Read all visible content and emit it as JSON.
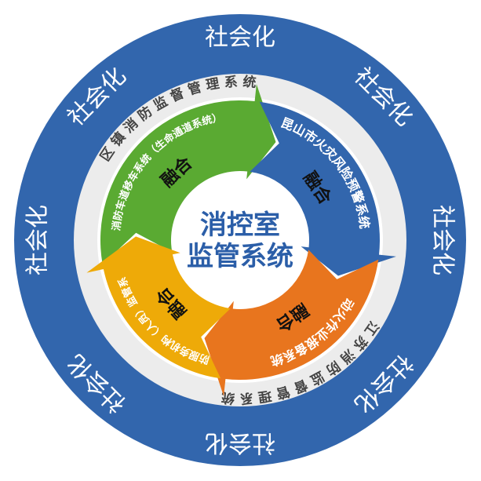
{
  "outer_ring": {
    "label": "社会化",
    "count": 8,
    "color": "#3266ad"
  },
  "middle_ring": {
    "color": "#ececec",
    "texts": [
      "区镇消防监督管理系统",
      "江苏消防监督管理系统"
    ]
  },
  "center": {
    "line1": "消控室",
    "line2": "监管系统",
    "color": "#2b5ea8"
  },
  "arrows": [
    {
      "label": "消防车道移车系统（生命通道系统）",
      "badge": "融合",
      "color": "#5aaa32"
    },
    {
      "label": "昆山市火灾风险预警系统",
      "badge": "融合",
      "color": "#3266ad"
    },
    {
      "label": "动火作业报备系统",
      "badge": "融合",
      "color": "#e8751e"
    },
    {
      "label": "消防服务机构（人员）监管系统",
      "badge": "融合",
      "color": "#eeaa08"
    }
  ]
}
